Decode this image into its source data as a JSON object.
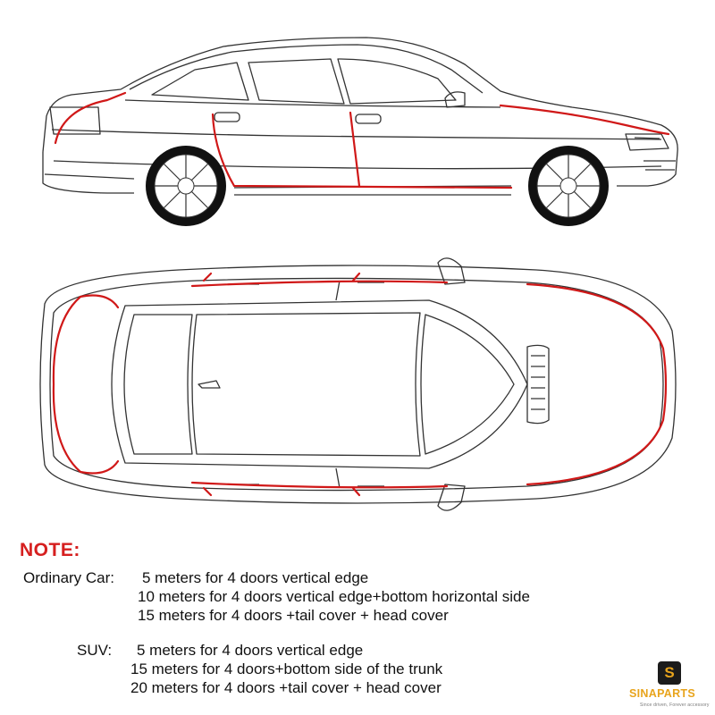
{
  "note": {
    "title": "NOTE:",
    "ordinary_label": "Ordinary Car:",
    "ordinary_lines": [
      "5 meters for 4 doors vertical edge",
      "10 meters for 4 doors vertical edge+bottom horizontal side",
      "15 meters for 4 doors +tail cover + head cover"
    ],
    "suv_label": "SUV:",
    "suv_lines": [
      "5 meters for 4 doors vertical edge",
      "15 meters for 4 doors+bottom side of the trunk",
      "20 meters for 4 doors +tail cover + head cover"
    ]
  },
  "logo": {
    "badge": "S",
    "name": "SINAPARTS",
    "tagline": "Since driven, Forever accessory"
  },
  "colors": {
    "trim_line": "#d01818",
    "outline": "#333333",
    "note_title": "#d61f1f",
    "logo": "#e8a41c"
  }
}
